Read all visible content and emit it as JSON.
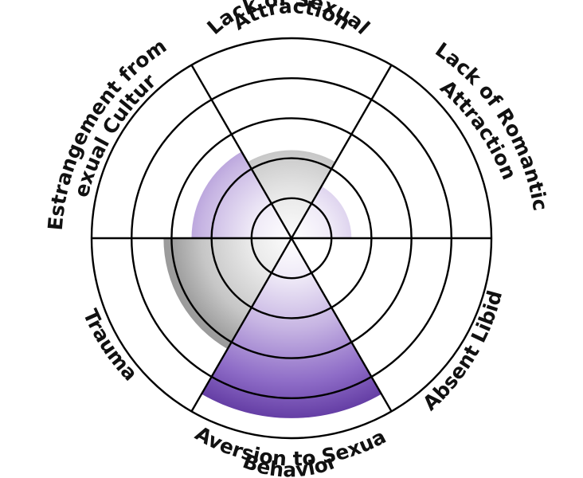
{
  "labels": {
    "lack_sexual_1": "Lack of Sexual",
    "lack_sexual_2": "Attraction",
    "lack_romantic_1": "Lack of Romantic",
    "lack_romantic_2": "Attraction",
    "absent_libido": "Absent Libido",
    "aversion_1": "Aversion to Sexual",
    "aversion_2": "Behavior",
    "trauma": "Trauma",
    "estrangement_1": "Estrangement from",
    "estrangement_2": "Sexual Culture"
  },
  "chart_data": {
    "type": "radial-sector",
    "levels": 5,
    "categories": [
      "Lack of Sexual Attraction",
      "Lack of Romantic Attraction",
      "Absent Libido",
      "Aversion to Sexual Behavior",
      "Trauma",
      "Estrangement from Sexual Culture"
    ],
    "values": [
      2.2,
      1.5,
      0,
      4.5,
      3.2,
      2.5
    ],
    "colors": {
      "gray": "#808080",
      "purple": "#5e2e9f",
      "ring": "#000000"
    }
  }
}
